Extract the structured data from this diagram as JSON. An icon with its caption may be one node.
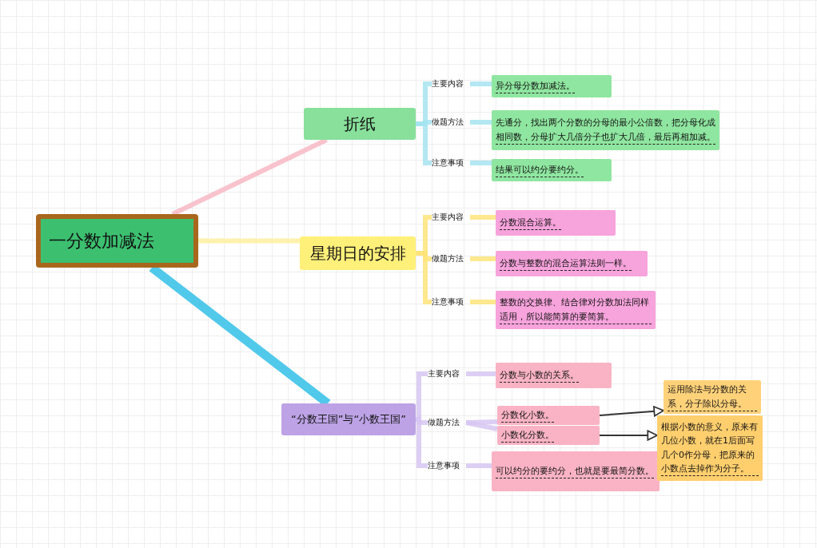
{
  "diagram": {
    "nodes": [
      {
        "text": [
          "一分数加减法"
        ]
      },
      {
        "text": [
          "折纸"
        ]
      },
      {
        "text": [
          "主要内容"
        ]
      },
      {
        "text": [
          "异分母分数加减法。"
        ]
      },
      {
        "text": [
          "做题方法"
        ]
      },
      {
        "text": [
          "先通分，找出两个分数的分母的最小公倍数，把分母化成相同数，分母扩大几倍分子也扩大几倍，最后再相加减。"
        ]
      },
      {
        "text": [
          "注意事项"
        ]
      },
      {
        "text": [
          "结果可以约分要约分。"
        ]
      },
      {
        "text": [
          "星期日的安排"
        ]
      },
      {
        "text": [
          "主要内容"
        ]
      },
      {
        "text": [
          "分数混合运算。"
        ]
      },
      {
        "text": [
          "做题方法"
        ]
      },
      {
        "text": [
          "分数与整数的混合运算法则一样。"
        ]
      },
      {
        "text": [
          "注意事项"
        ]
      },
      {
        "text": [
          "整数的交换律、结合律对分数加法同样适用，所以能简算的要简算。"
        ]
      },
      {
        "text": [
          "“分数王国”与“小数王国”"
        ]
      },
      {
        "text": [
          "主要内容"
        ]
      },
      {
        "text": [
          "分数与小数的关系。"
        ]
      },
      {
        "text": [
          "做题方法"
        ]
      },
      {
        "text": [
          "分数化小数。"
        ]
      },
      {
        "text": [
          "小数化分数。"
        ]
      },
      {
        "text": [
          "注意事项"
        ]
      },
      {
        "text": [
          "可以约分的要约分，也就是要最简分数。"
        ]
      },
      {
        "text": [
          "运用除法与分数的关系，分子除以分母。"
        ]
      },
      {
        "text": [
          "根据小数的意义，原来有几位小数，就在1后面写几个0作分母，把原来的小数点去掉作为分子。"
        ]
      }
    ],
    "edges": [
      {
        "from": 0,
        "to": 1,
        "arrow": "none",
        "color": "#f7b8c4"
      },
      {
        "from": 0,
        "to": 8,
        "arrow": "none",
        "color": "#fff0a0"
      },
      {
        "from": 0,
        "to": 15,
        "arrow": "none",
        "style": "thick",
        "color": "#33bfe6"
      },
      {
        "from": 1,
        "to": 2,
        "arrow": "none",
        "color": "#a6e3f0"
      },
      {
        "from": 1,
        "to": 4,
        "arrow": "none",
        "color": "#a6e3f0"
      },
      {
        "from": 1,
        "to": 6,
        "arrow": "none",
        "color": "#a6e3f0"
      },
      {
        "from": 2,
        "to": 3,
        "arrow": "none",
        "color": "#a6e3f0"
      },
      {
        "from": 4,
        "to": 5,
        "arrow": "none",
        "color": "#a6e3f0"
      },
      {
        "from": 6,
        "to": 7,
        "arrow": "none",
        "color": "#a6e3f0"
      },
      {
        "from": 8,
        "to": 9,
        "arrow": "none",
        "color": "#ffe47a"
      },
      {
        "from": 8,
        "to": 11,
        "arrow": "none",
        "color": "#ffe47a"
      },
      {
        "from": 8,
        "to": 13,
        "arrow": "none",
        "color": "#ffe47a"
      },
      {
        "from": 9,
        "to": 10,
        "arrow": "none",
        "color": "#ffe47a"
      },
      {
        "from": 11,
        "to": 12,
        "arrow": "none",
        "color": "#ffe47a"
      },
      {
        "from": 13,
        "to": 14,
        "arrow": "none",
        "color": "#ffe47a"
      },
      {
        "from": 15,
        "to": 16,
        "arrow": "none",
        "color": "#d7c6f2"
      },
      {
        "from": 15,
        "to": 18,
        "arrow": "none",
        "color": "#d7c6f2"
      },
      {
        "from": 15,
        "to": 21,
        "arrow": "none",
        "color": "#d7c6f2"
      },
      {
        "from": 16,
        "to": 17,
        "arrow": "none",
        "color": "#d7c6f2"
      },
      {
        "from": 18,
        "to": 19,
        "arrow": "none",
        "color": "#d7c6f2"
      },
      {
        "from": 18,
        "to": 20,
        "arrow": "none",
        "color": "#d7c6f2"
      },
      {
        "from": 21,
        "to": 22,
        "arrow": "none",
        "color": "#d7c6f2"
      },
      {
        "from": 19,
        "to": 23,
        "arrow": "to",
        "color": "#333333"
      },
      {
        "from": 20,
        "to": 24,
        "arrow": "to",
        "color": "#333333"
      }
    ]
  }
}
